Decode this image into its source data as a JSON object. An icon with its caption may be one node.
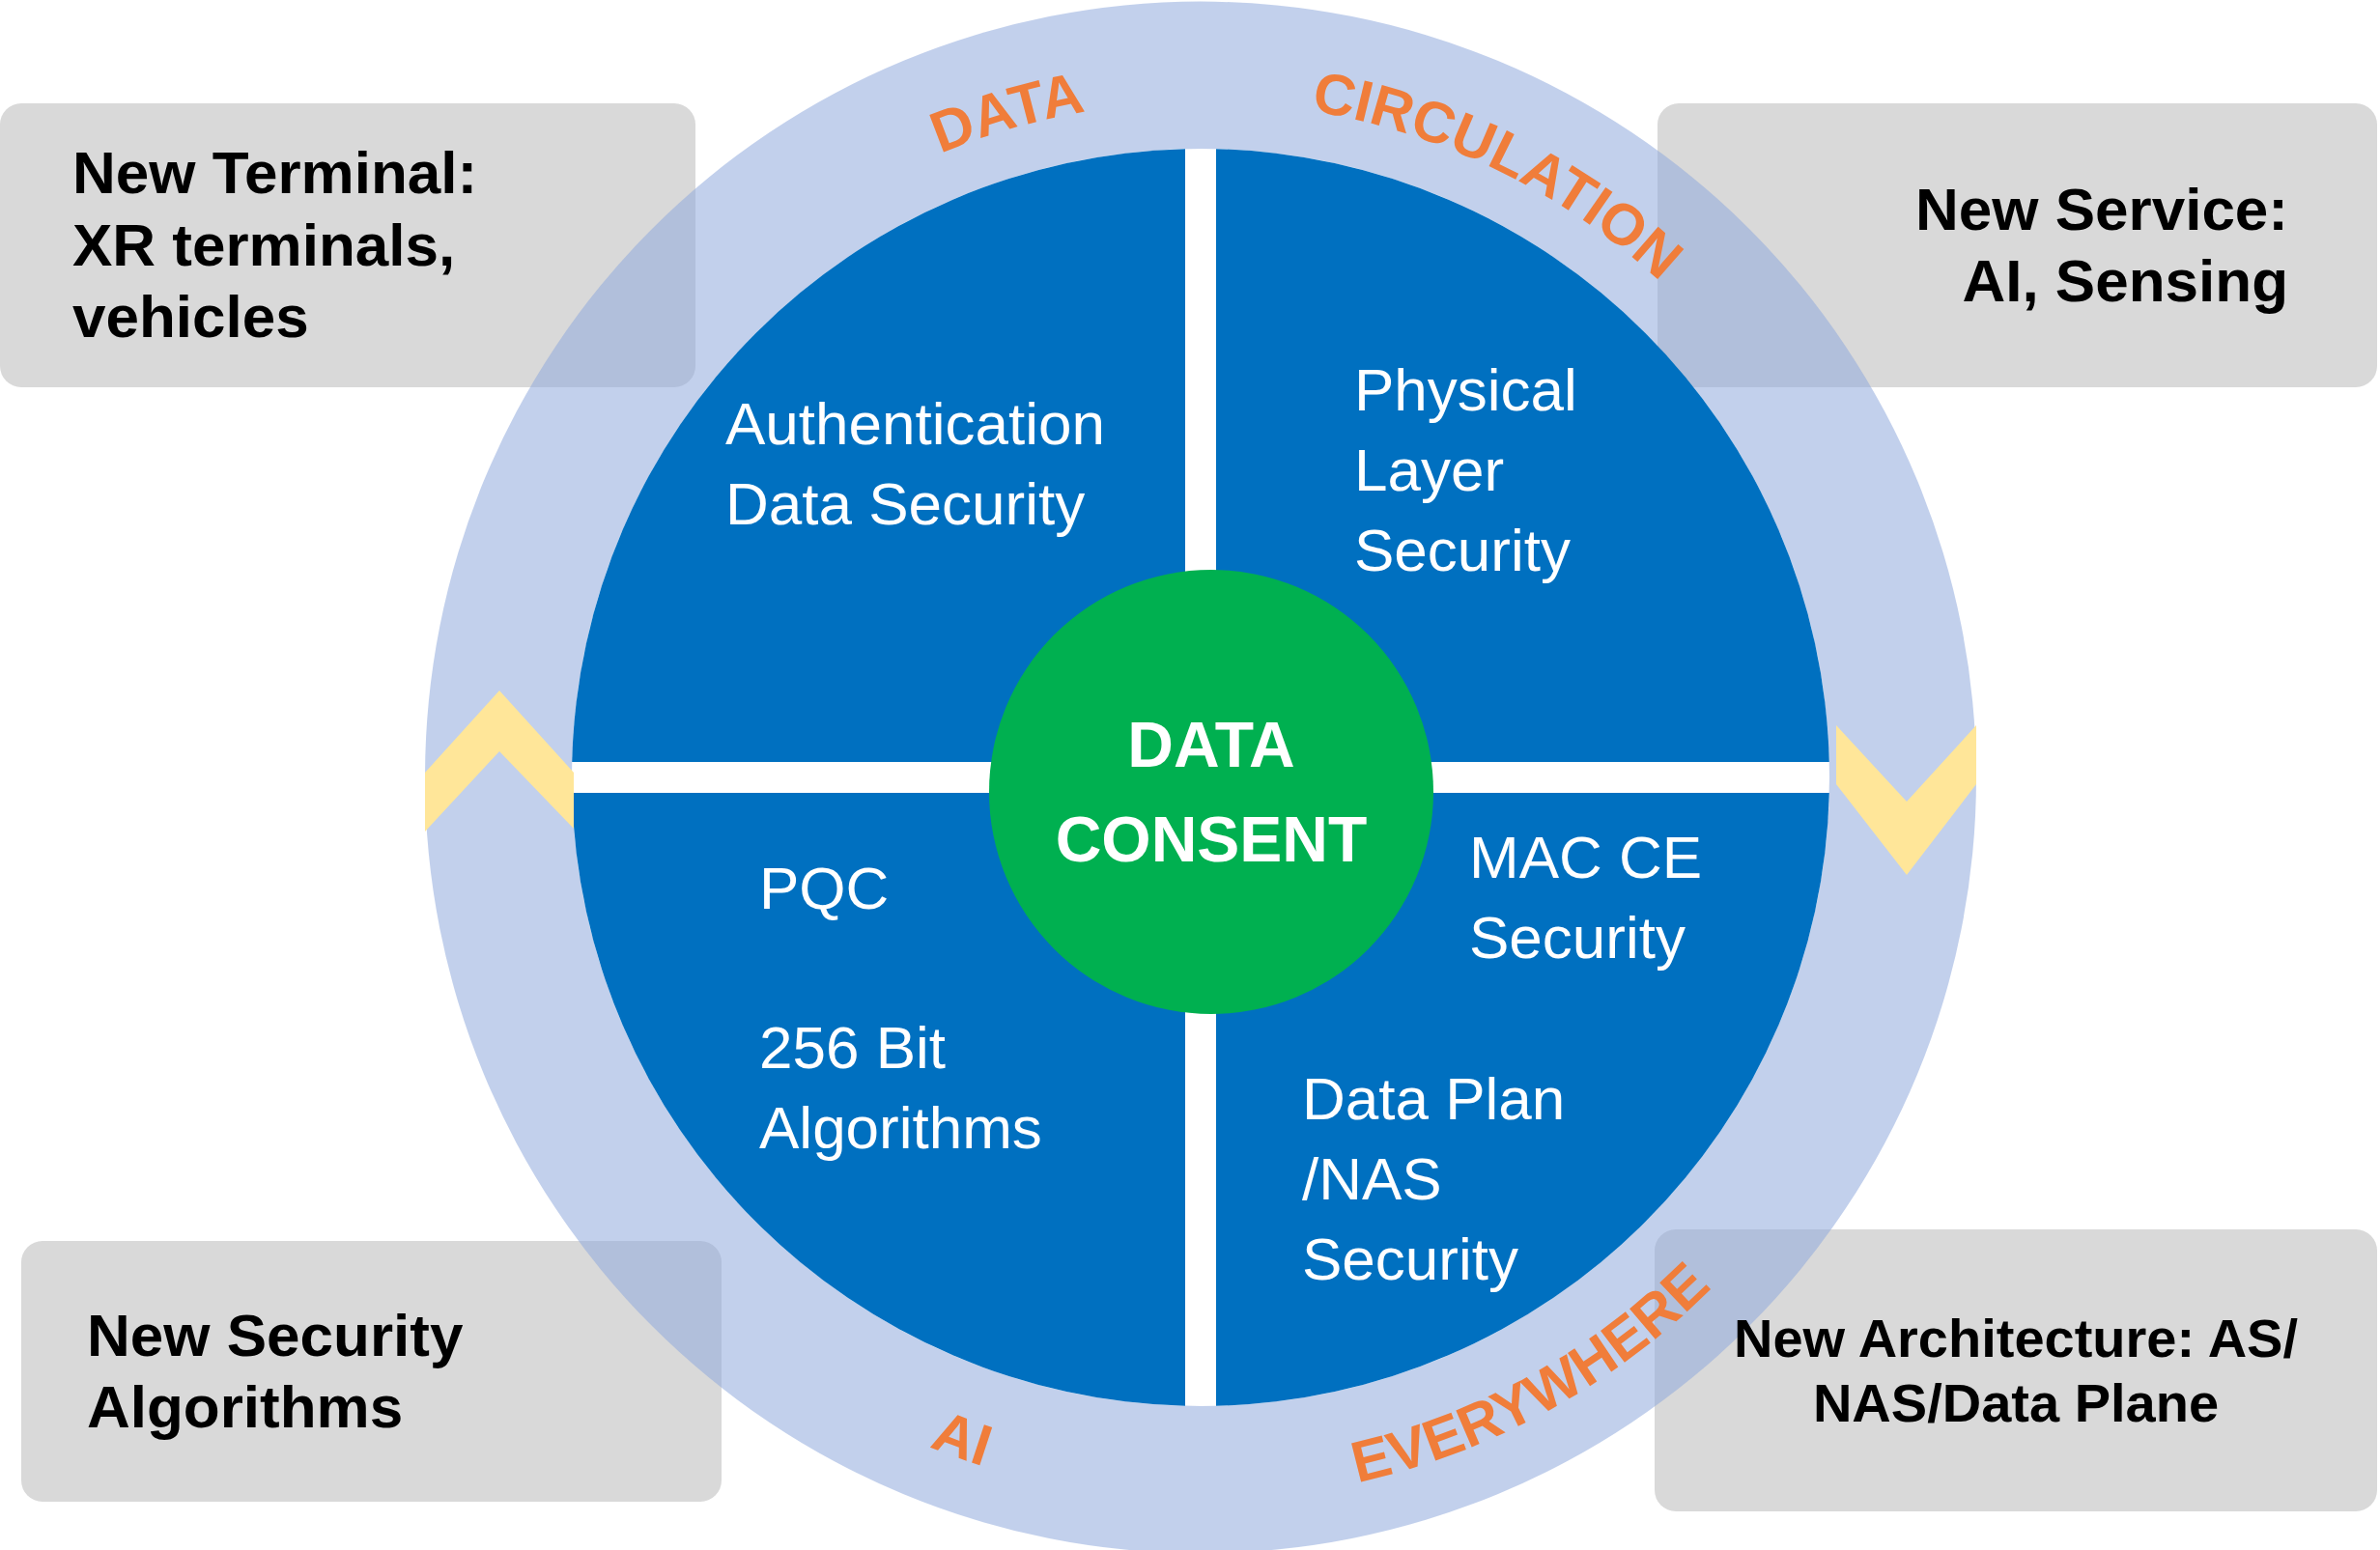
{
  "diagram": {
    "nodes": [
      {
        "text": [
          "New Terminal: XR terminals, vehicles"
        ]
      },
      {
        "text": [
          "New Service: AI, Sensing"
        ]
      },
      {
        "text": [
          "Authentication Data Security"
        ]
      },
      {
        "text": [
          "Physical Layer Security"
        ]
      },
      {
        "text": [
          "DATA CONSENT"
        ]
      },
      {
        "text": [
          "PQC",
          "256 Bit Algorithms"
        ]
      },
      {
        "text": [
          "MAC CE Security",
          "Data Plan /NAS Security"
        ]
      },
      {
        "text": [
          "New Security Algorithms"
        ]
      },
      {
        "text": [
          "New Architecture: AS/ NAS/Data Plane"
        ]
      }
    ],
    "labels": [
      "DATA",
      "CIRCULATION",
      "AI",
      "EVERYWHERE"
    ]
  }
}
